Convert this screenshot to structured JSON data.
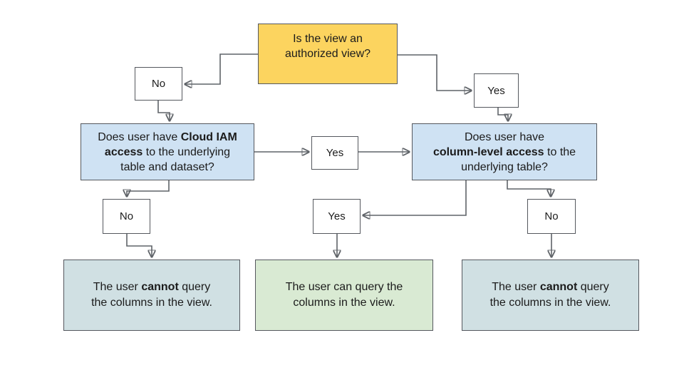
{
  "diagram": {
    "type": "flowchart",
    "background_color": "#ffffff",
    "line_color": "#5f6368",
    "border_color": "#55585e",
    "colors": {
      "question_start": "#fcd45f",
      "question_branch": "#cfe2f3",
      "outcome_negative": "#d0e0e3",
      "outcome_positive": "#d9ead3"
    },
    "nodes": {
      "start": {
        "segments": [
          {
            "text": "Is the view an"
          },
          {
            "br": true
          },
          {
            "text": "authorized view?"
          }
        ]
      },
      "no_top": {
        "label": "No"
      },
      "yes_top": {
        "label": "Yes"
      },
      "iam": {
        "segments": [
          {
            "text": "Does user have "
          },
          {
            "text": "Cloud IAM",
            "bold": true
          },
          {
            "br": true
          },
          {
            "text": "access",
            "bold": true
          },
          {
            "text": " to the underlying"
          },
          {
            "br": true
          },
          {
            "text": "table and dataset?"
          }
        ]
      },
      "yes_mid": {
        "label": "Yes"
      },
      "cls": {
        "segments": [
          {
            "text": "Does user have"
          },
          {
            "br": true
          },
          {
            "text": "column-level access",
            "bold": true
          },
          {
            "text": " to the"
          },
          {
            "br": true
          },
          {
            "text": "underlying table?"
          }
        ]
      },
      "no_left": {
        "label": "No"
      },
      "yes_bottom": {
        "label": "Yes"
      },
      "no_right": {
        "label": "No"
      },
      "result_left": {
        "segments": [
          {
            "text": "The user "
          },
          {
            "text": "cannot",
            "bold": true
          },
          {
            "text": " query"
          },
          {
            "br": true
          },
          {
            "text": "the columns in the view."
          }
        ]
      },
      "result_mid": {
        "segments": [
          {
            "text": "The user can query the"
          },
          {
            "br": true
          },
          {
            "text": "columns in the view."
          }
        ]
      },
      "result_right": {
        "segments": [
          {
            "text": "The user "
          },
          {
            "text": "cannot",
            "bold": true
          },
          {
            "text": " query"
          },
          {
            "br": true
          },
          {
            "text": "the columns in the view."
          }
        ]
      }
    },
    "edges": [
      {
        "from": "start",
        "to": "no_top"
      },
      {
        "from": "start",
        "to": "yes_top"
      },
      {
        "from": "no_top",
        "to": "iam"
      },
      {
        "from": "yes_top",
        "to": "cls"
      },
      {
        "from": "iam",
        "to": "yes_mid"
      },
      {
        "from": "yes_mid",
        "to": "cls"
      },
      {
        "from": "iam",
        "to": "no_left"
      },
      {
        "from": "no_left",
        "to": "result_left"
      },
      {
        "from": "cls",
        "to": "yes_bottom"
      },
      {
        "from": "yes_bottom",
        "to": "result_mid"
      },
      {
        "from": "cls",
        "to": "no_right"
      },
      {
        "from": "no_right",
        "to": "result_right"
      }
    ]
  }
}
